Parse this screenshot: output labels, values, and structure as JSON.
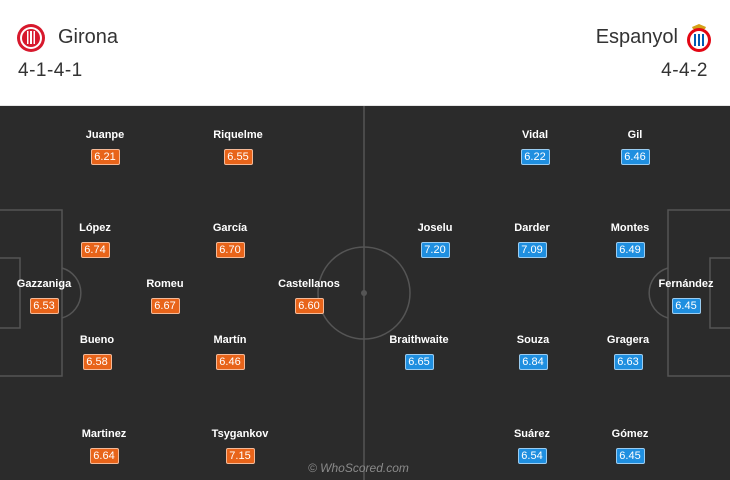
{
  "home": {
    "name": "Girona",
    "formation": "4-1-4-1",
    "color": "#e8641a",
    "crest_icon": "girona-crest-icon",
    "players": [
      {
        "name": "Juanpe",
        "rating": "6.21"
      },
      {
        "name": "Riquelme",
        "rating": "6.55"
      },
      {
        "name": "López",
        "rating": "6.74"
      },
      {
        "name": "García",
        "rating": "6.70"
      },
      {
        "name": "Gazzaniga",
        "rating": "6.53"
      },
      {
        "name": "Romeu",
        "rating": "6.67"
      },
      {
        "name": "Castellanos",
        "rating": "6.60"
      },
      {
        "name": "Bueno",
        "rating": "6.58"
      },
      {
        "name": "Martín",
        "rating": "6.46"
      },
      {
        "name": "Martinez",
        "rating": "6.64"
      },
      {
        "name": "Tsygankov",
        "rating": "7.15"
      }
    ]
  },
  "away": {
    "name": "Espanyol",
    "formation": "4-4-2",
    "color": "#1f8fe0",
    "crest_icon": "espanyol-crest-icon",
    "players": [
      {
        "name": "Vidal",
        "rating": "6.22"
      },
      {
        "name": "Gil",
        "rating": "6.46"
      },
      {
        "name": "Joselu",
        "rating": "7.20"
      },
      {
        "name": "Darder",
        "rating": "7.09"
      },
      {
        "name": "Montes",
        "rating": "6.49"
      },
      {
        "name": "Fernández",
        "rating": "6.45"
      },
      {
        "name": "Braithwaite",
        "rating": "6.65"
      },
      {
        "name": "Souza",
        "rating": "6.84"
      },
      {
        "name": "Gragera",
        "rating": "6.63"
      },
      {
        "name": "Suárez",
        "rating": "6.54"
      },
      {
        "name": "Gómez",
        "rating": "6.45"
      }
    ]
  },
  "pitch": {
    "background": "#2b2b2b",
    "line_color": "#555555"
  },
  "watermark": "© WhoScored.com"
}
